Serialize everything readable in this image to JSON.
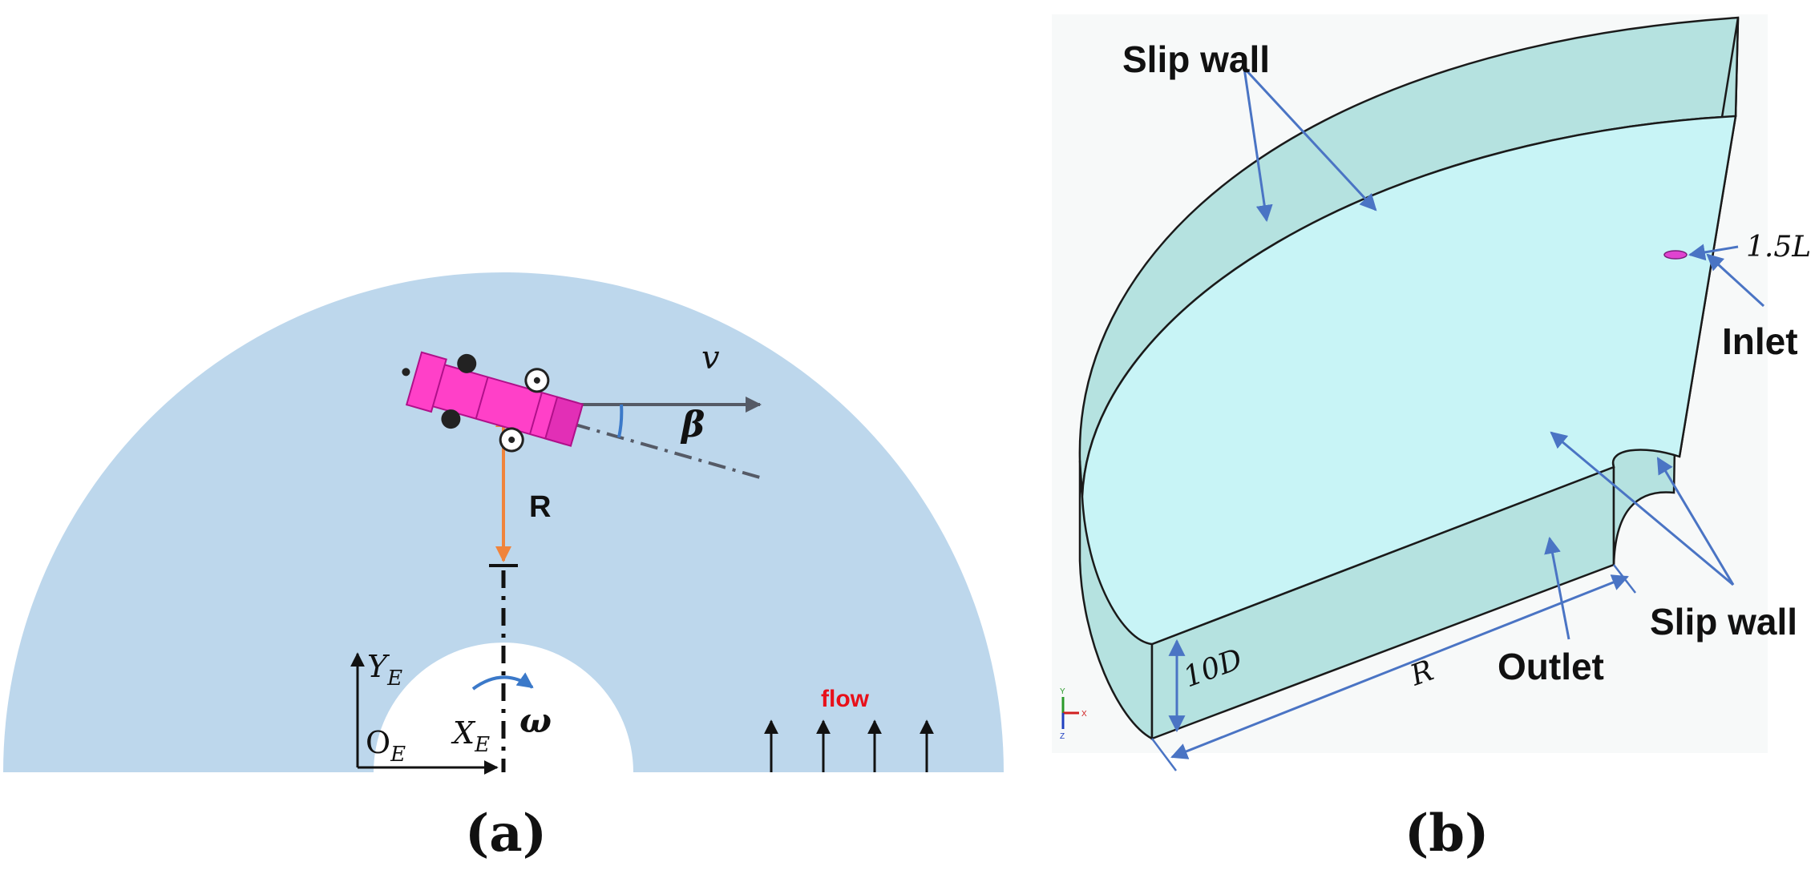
{
  "panel_a": {
    "caption": "(a)",
    "labels": {
      "velocity": "v",
      "drift_angle": "β",
      "radius": "R",
      "omega": "ω",
      "flow": "flow",
      "origin": "O",
      "origin_sub": "E",
      "x_axis": "X",
      "x_sub": "E",
      "y_axis": "Y",
      "y_sub": "E"
    },
    "colors": {
      "domain_fill": "#bdd7ec",
      "vehicle": "#ff40c8",
      "radius_arrow": "#f0843c",
      "velocity_arrow": "#555a66",
      "rotation_arrow": "#3b79c9",
      "flow_label": "#e8101a"
    },
    "flow_arrow_count": 4
  },
  "panel_b": {
    "caption": "(b)",
    "labels": {
      "slip_wall_top": "Slip wall",
      "slip_wall_right": "Slip wall",
      "inlet": "Inlet",
      "outlet": "Outlet",
      "offset": "1.5L",
      "depth": "10D",
      "radius": "R"
    },
    "axis_triad": {
      "x": "X",
      "y": "Y",
      "z": "Z"
    },
    "colors": {
      "top_face": "#c8f4f6",
      "side_face": "#b5e2e0",
      "edge": "#1a1a1a",
      "annotation": "#4a74c4",
      "vehicle": "#e043d0"
    }
  }
}
